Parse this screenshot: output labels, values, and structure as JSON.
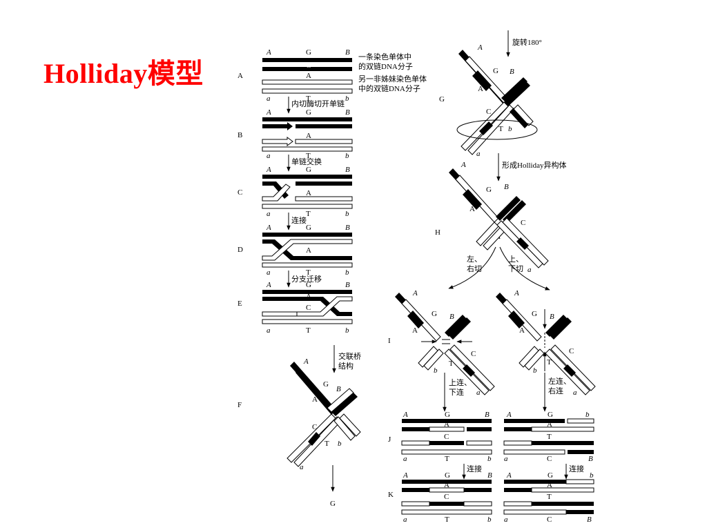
{
  "title": "Holliday模型",
  "colors": {
    "title": "#ff0000",
    "strand_dark": "#000000",
    "strand_light": "#ffffff"
  },
  "strand_labels": {
    "A": "A",
    "B": "B",
    "a": "a",
    "b": "b",
    "G": "G",
    "C": "C",
    "Aa": "A",
    "T": "T"
  },
  "annotations": {
    "chromatid_top": [
      "一条染色单体中",
      "的双链DNA分子"
    ],
    "chromatid_bottom": [
      "另一非姊妹染色单体",
      "中的双链DNA分子"
    ],
    "nick": "内切酶切开单链",
    "exchange": "单链交换",
    "ligate": "连接",
    "migration": "分支迁移",
    "crossbridge": [
      "交联桥",
      "结构"
    ],
    "rotate": "旋转180°",
    "isomer": "形成Holliday异构体",
    "cut_lr": [
      "左、",
      "右切"
    ],
    "cut_ud": [
      "上、",
      "下切"
    ],
    "join_ud": [
      "上连、",
      "下连"
    ],
    "join_lr": [
      "左连、",
      "右连"
    ],
    "ligate_k1": "连接",
    "ligate_k2": "连接"
  },
  "steps": [
    "A",
    "B",
    "C",
    "D",
    "E",
    "F",
    "G",
    "H",
    "I",
    "J",
    "K",
    "G"
  ]
}
